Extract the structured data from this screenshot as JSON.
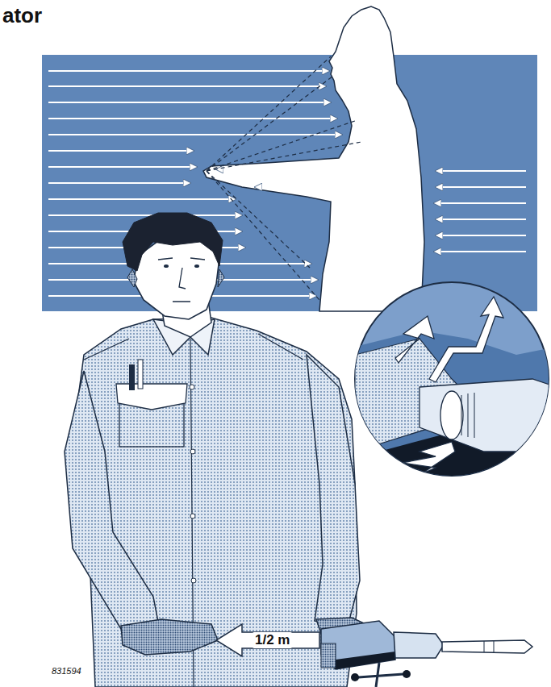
{
  "diagram": {
    "title": "ator",
    "labels": [
      "1/2 m",
      "831594"
    ]
  }
}
